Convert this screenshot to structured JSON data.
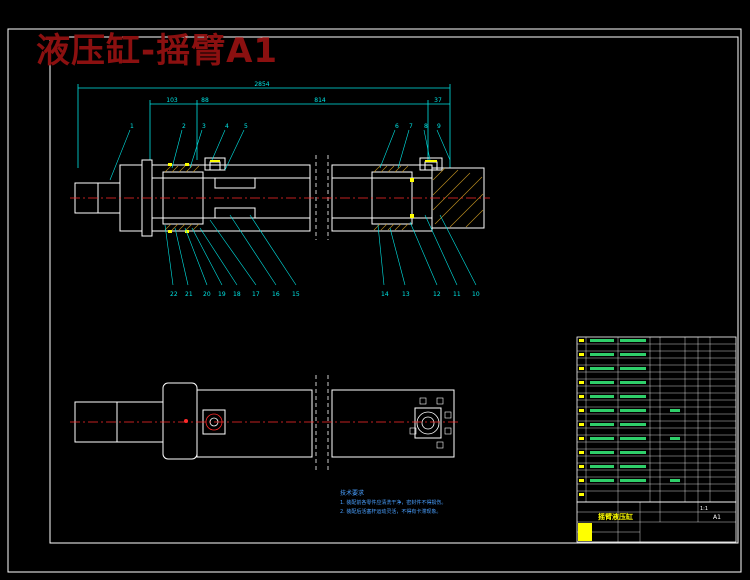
{
  "title": "液压缸-摇臂A1",
  "colors": {
    "background": "#000000",
    "border": "#ffffff",
    "outline": "#ffffff",
    "dimension": "#00e5e5",
    "centerline": "#ff2a2a",
    "hatch": "#c09020",
    "accent": "#ffff00",
    "title": "#8b1010",
    "notes": "#4aa0ff"
  },
  "dimensions": {
    "overall_length": "2854",
    "stroke": "814",
    "left_offset": "103",
    "right_offset": "37",
    "inner_left": "88"
  },
  "balloons_top": [
    "1",
    "2",
    "3",
    "4",
    "5",
    "6",
    "7",
    "8",
    "9"
  ],
  "balloons_bottom_left": [
    "22",
    "21",
    "20",
    "19",
    "18",
    "17",
    "16",
    "15"
  ],
  "balloons_bottom_right": [
    "14",
    "13",
    "12",
    "11",
    "10"
  ],
  "notes": {
    "heading": "技术要求",
    "line1": "1. 装配前各零件应清洗干净，密封件不得损伤。",
    "line2": "2. 装配后活塞杆运动灵活，不得有卡滞现象。"
  },
  "title_block": {
    "name": "摇臂液压缸",
    "sheet": "A1",
    "scale": "1:1"
  }
}
